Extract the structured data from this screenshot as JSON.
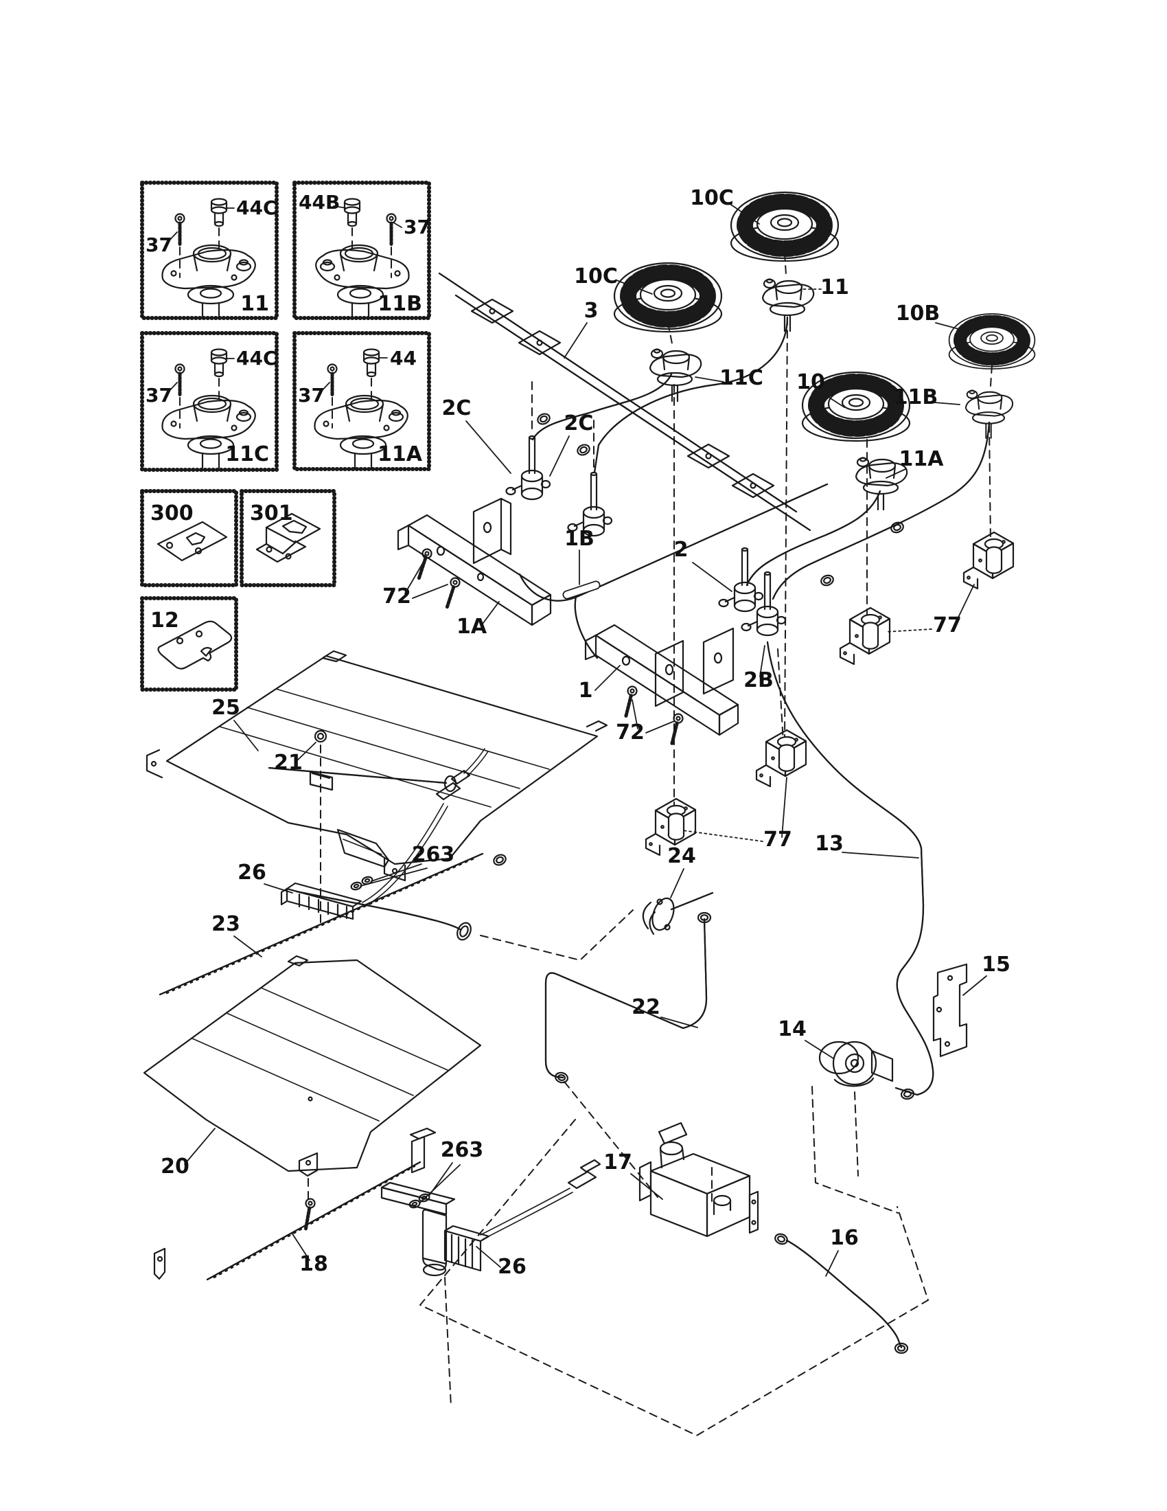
{
  "diagram": {
    "type": "exploded-parts-diagram",
    "subject": "gas range burner, manifold and gas supply assembly",
    "background_color": "#ffffff",
    "line_color": "#1a1a1a",
    "detail_boxes": [
      {
        "name": "orifice-holder-detail-11",
        "callouts": [
          "44C",
          "37"
        ],
        "part": "11"
      },
      {
        "name": "orifice-holder-detail-11B",
        "callouts": [
          "44B",
          "37"
        ],
        "part": "11B"
      },
      {
        "name": "orifice-holder-detail-11C",
        "callouts": [
          "44C",
          "37"
        ],
        "part": "11C"
      },
      {
        "name": "orifice-holder-detail-11A",
        "callouts": [
          "44",
          "37"
        ],
        "part": "11A"
      },
      {
        "name": "shim-plate-detail",
        "part": "300"
      },
      {
        "name": "spacer-bracket-detail",
        "part": "301"
      },
      {
        "name": "slotted-plate-detail",
        "part": "12"
      }
    ],
    "labels": {
      "burner_10c_top": "10C",
      "burner_10c_left": "10C",
      "igniter_11": "11",
      "manifold_pipe_3": "3",
      "burner_10b": "10B",
      "burner_10": "10",
      "holder_11b": "11B",
      "holder_11a": "11A",
      "holder_11c": "11C",
      "valve_2c_left": "2C",
      "valve_2c_mid": "2C",
      "tube_1b": "1B",
      "valve_2": "2",
      "manifold_1a": "1A",
      "screws_72_top": "72",
      "manifold_1": "1",
      "screws_72_bottom": "72",
      "valve_2b": "2B",
      "bracket_77_right": "77",
      "bracket_77_bottom": "77",
      "pipe_13": "13",
      "elbow_24": "24",
      "pipe_22": "22",
      "bracket_15": "15",
      "regulator_14": "14",
      "hose_16": "16",
      "valve_17": "17",
      "igniter_26_top": "26",
      "igniter_26_bottom": "26",
      "burner_tube_18": "18",
      "deflector_20": "20",
      "nut_21": "21",
      "burner_tube_23": "23",
      "deflector_25": "25",
      "washers_263_top": "263",
      "washers_263_bottom": "263"
    }
  }
}
